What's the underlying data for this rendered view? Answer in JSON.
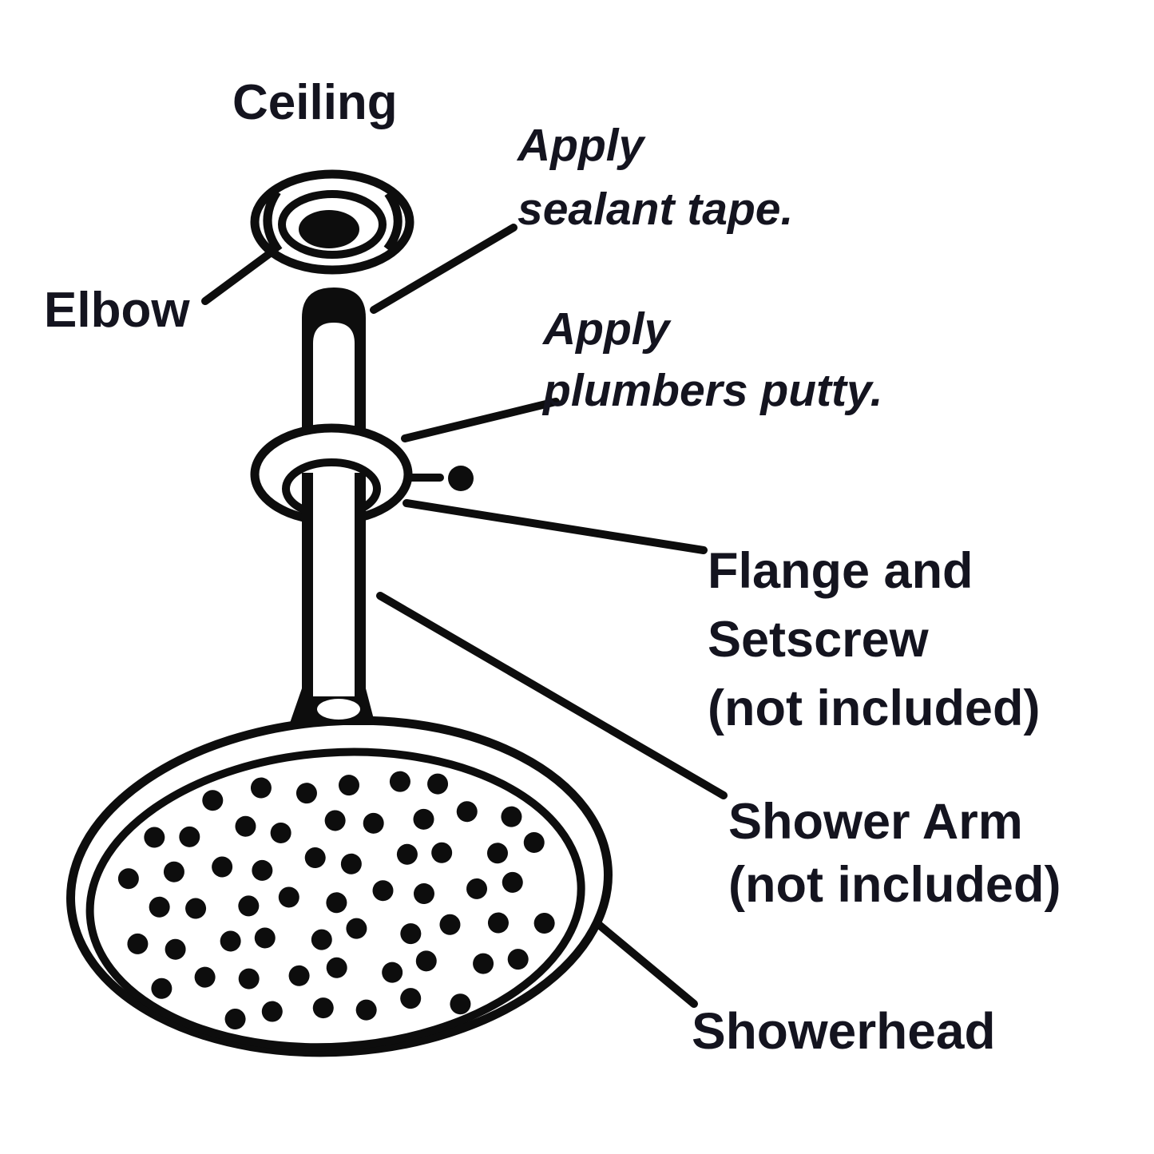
{
  "diagram": {
    "title": "Ceiling",
    "labels": {
      "elbow": "Elbow",
      "sealant_tape": [
        "Apply",
        "sealant tape."
      ],
      "plumbers_putty": [
        "Apply",
        "plumbers putty."
      ],
      "flange_setscrew": [
        "Flange and",
        "Setscrew",
        "(not included)"
      ],
      "shower_arm": [
        "Shower Arm",
        "(not included)"
      ],
      "showerhead": "Showerhead"
    },
    "colors": {
      "ink": "#14141f",
      "line": "#0d0d0d",
      "background": "#ffffff"
    }
  }
}
